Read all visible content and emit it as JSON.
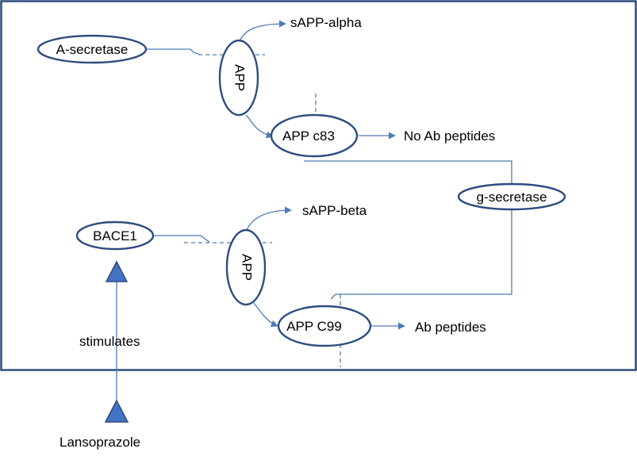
{
  "colors": {
    "node_stroke": "#2E4C7F",
    "line": "#4F7AB8",
    "triangle_fill": "#4472C4",
    "frame": "#2E4C7F"
  },
  "nodes": {
    "a_secretase": "A-secretase",
    "app_top": "APP",
    "app_c83": "APP c83",
    "g_secretase": "g-secretase",
    "bace1": "BACE1",
    "app_bottom": "APP",
    "app_c99": "APP C99"
  },
  "labels": {
    "sapp_alpha": "sAPP-alpha",
    "no_ab_peptides": "No Ab peptides",
    "sapp_beta": "sAPP-beta",
    "ab_peptides": "Ab peptides",
    "stimulates": "stimulates",
    "lansoprazole": "Lansoprazole"
  }
}
